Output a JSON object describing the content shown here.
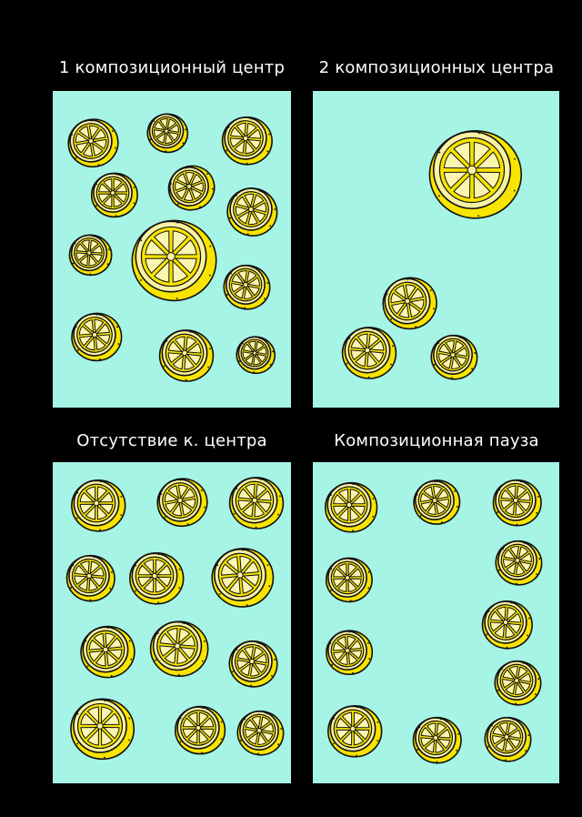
{
  "colors": {
    "background": "#000000",
    "panel": "#a6f4e6",
    "lemon_outer": "#f7e400",
    "lemon_inner": "#f9f2a4",
    "segment": "#fbf5b0",
    "outline": "#111111"
  },
  "panels": [
    {
      "caption": "1 композиционный центр"
    },
    {
      "caption": "2 композиционных центра"
    },
    {
      "caption": "Отсутствие к. центра"
    },
    {
      "caption": "Композиционная пауза"
    }
  ]
}
